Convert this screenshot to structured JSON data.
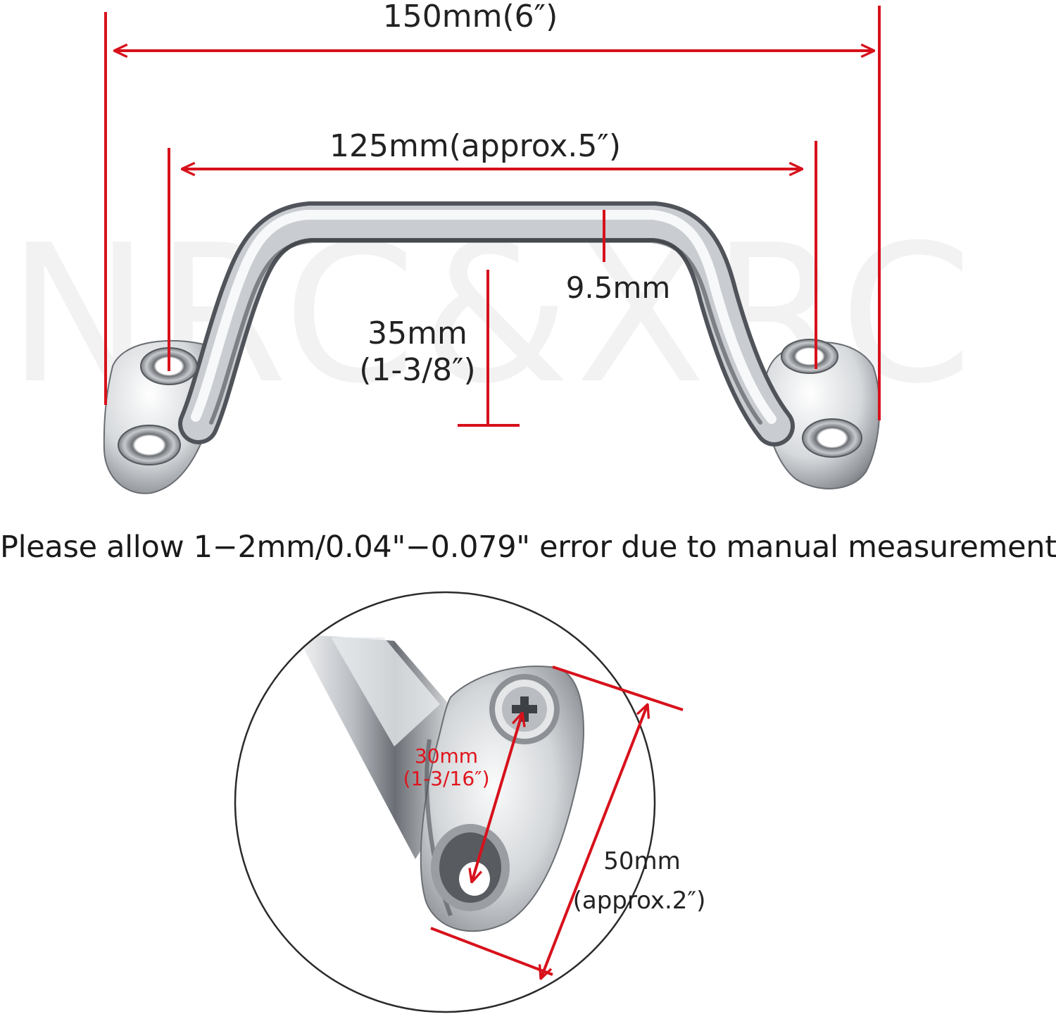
{
  "watermark": "NRC&XRC",
  "dimensions": {
    "overall_length": "150mm(6″)",
    "hole_spacing": "125mm(approx.5″)",
    "tube_diameter": "9.5mm",
    "height_mm": "35mm",
    "height_in": "(1-3/8″)"
  },
  "note": "Please allow 1−2mm/0.04\"−0.079\" error due to manual measurement",
  "detail": {
    "hole_pitch_mm": "30mm",
    "hole_pitch_in": "(1-3/16″)",
    "base_length_mm": "50mm",
    "base_length_in": "(approx.2″)"
  },
  "colors": {
    "dimension_line": "#d7111b",
    "dimension_text": "#222222",
    "detail_text_red": "#e0141c",
    "steel_light": "#eef0f1",
    "steel_dark": "#4a4d52"
  }
}
